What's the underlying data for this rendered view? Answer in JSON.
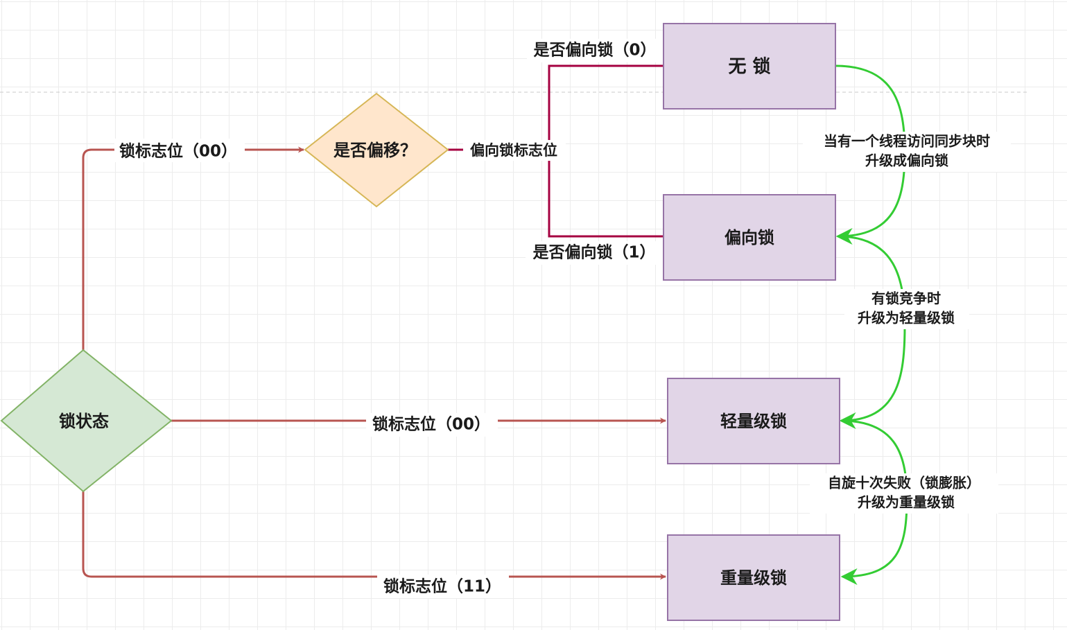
{
  "nodes": {
    "lock_state": "锁状态",
    "is_biased": "是否偏移？",
    "no_lock": "无 锁",
    "biased_lock": "偏向锁",
    "lightweight_lock": "轻量级锁",
    "heavyweight_lock": "重量级锁"
  },
  "edges": {
    "lock_flag_00_top": "锁标志位（00）",
    "biased_flag": "偏向锁标志位",
    "is_biased_0": "是否偏向锁（0）",
    "is_biased_1": "是否偏向锁（1）",
    "lock_flag_00_mid": "锁标志位（00）",
    "lock_flag_11": "锁标志位（11）",
    "upgrade_to_biased_line1": "当有一个线程访问同步块时",
    "upgrade_to_biased_line2": "升级成偏向锁",
    "upgrade_to_light_line1": "有锁竞争时",
    "upgrade_to_light_line2": "升级为轻量级锁",
    "upgrade_to_heavy_line1": "自旋十次失败（锁膨胀）",
    "upgrade_to_heavy_line2": "升级为重量级锁"
  },
  "colors": {
    "flow_line": "#b85450",
    "branch_line": "#a50040",
    "upgrade_arrow": "#33cc33",
    "state_box_fill": "#e1d5e7",
    "state_box_stroke": "#9673a6",
    "decision_fill": "#ffe6cc",
    "decision_stroke": "#d6b656",
    "start_fill": "#d5e8d4",
    "start_stroke": "#82b366"
  }
}
